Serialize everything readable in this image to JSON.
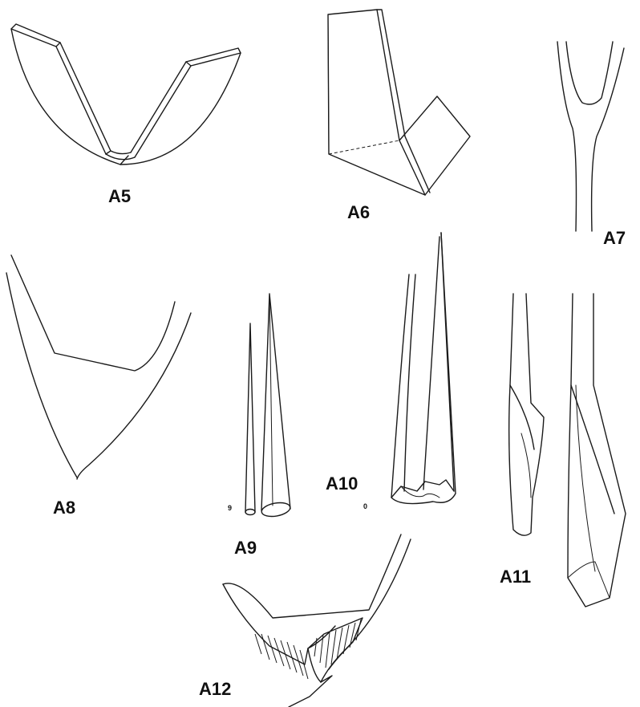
{
  "figure": {
    "labels": {
      "a5": "A5",
      "a6": "A6",
      "a7": "A7",
      "a8": "A8",
      "a9": "A9",
      "a10": "A10",
      "a11": "A11",
      "a12": "A12"
    },
    "small_marks": {
      "a9_mark": "9",
      "a10_mark": "0"
    }
  }
}
